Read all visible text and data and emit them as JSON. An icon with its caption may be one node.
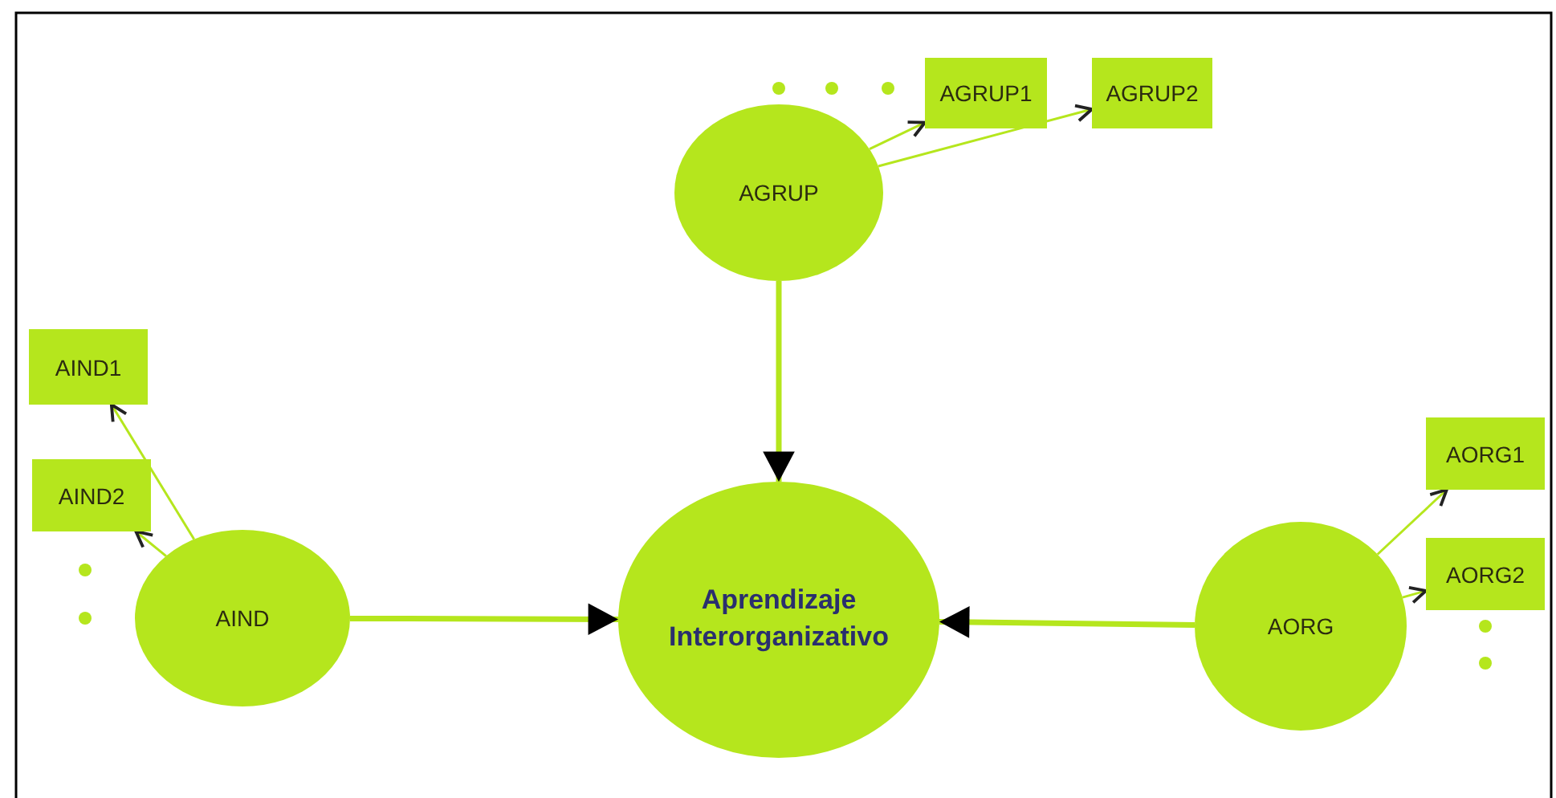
{
  "diagram": {
    "nodes": [
      {
        "text": [
          "AGRUP"
        ]
      },
      {
        "text": [
          "AGRUP1"
        ]
      },
      {
        "text": [
          "AGRUP2"
        ]
      },
      {
        "text": [
          "AIND1"
        ]
      },
      {
        "text": [
          "AIND2"
        ]
      },
      {
        "text": [
          "AIND"
        ]
      },
      {
        "text": [
          "Aprendizaje Interorganizativo"
        ]
      },
      {
        "text": [
          "AORG"
        ]
      },
      {
        "text": [
          "AORG1"
        ]
      },
      {
        "text": [
          "AORG2"
        ]
      }
    ],
    "edges": [
      {
        "from": 0,
        "to": 1,
        "arrow": "to"
      },
      {
        "from": 0,
        "to": 2,
        "arrow": "to"
      },
      {
        "from": 0,
        "to": 6,
        "arrow": "to",
        "style": "thick"
      },
      {
        "from": 5,
        "to": 3,
        "arrow": "to"
      },
      {
        "from": 5,
        "to": 4,
        "arrow": "to"
      },
      {
        "from": 5,
        "to": 6,
        "arrow": "to",
        "style": "thick"
      },
      {
        "from": 7,
        "to": 6,
        "arrow": "to",
        "style": "thick"
      },
      {
        "from": 7,
        "to": 8,
        "arrow": "to"
      },
      {
        "from": 7,
        "to": 9,
        "arrow": "to"
      }
    ]
  }
}
